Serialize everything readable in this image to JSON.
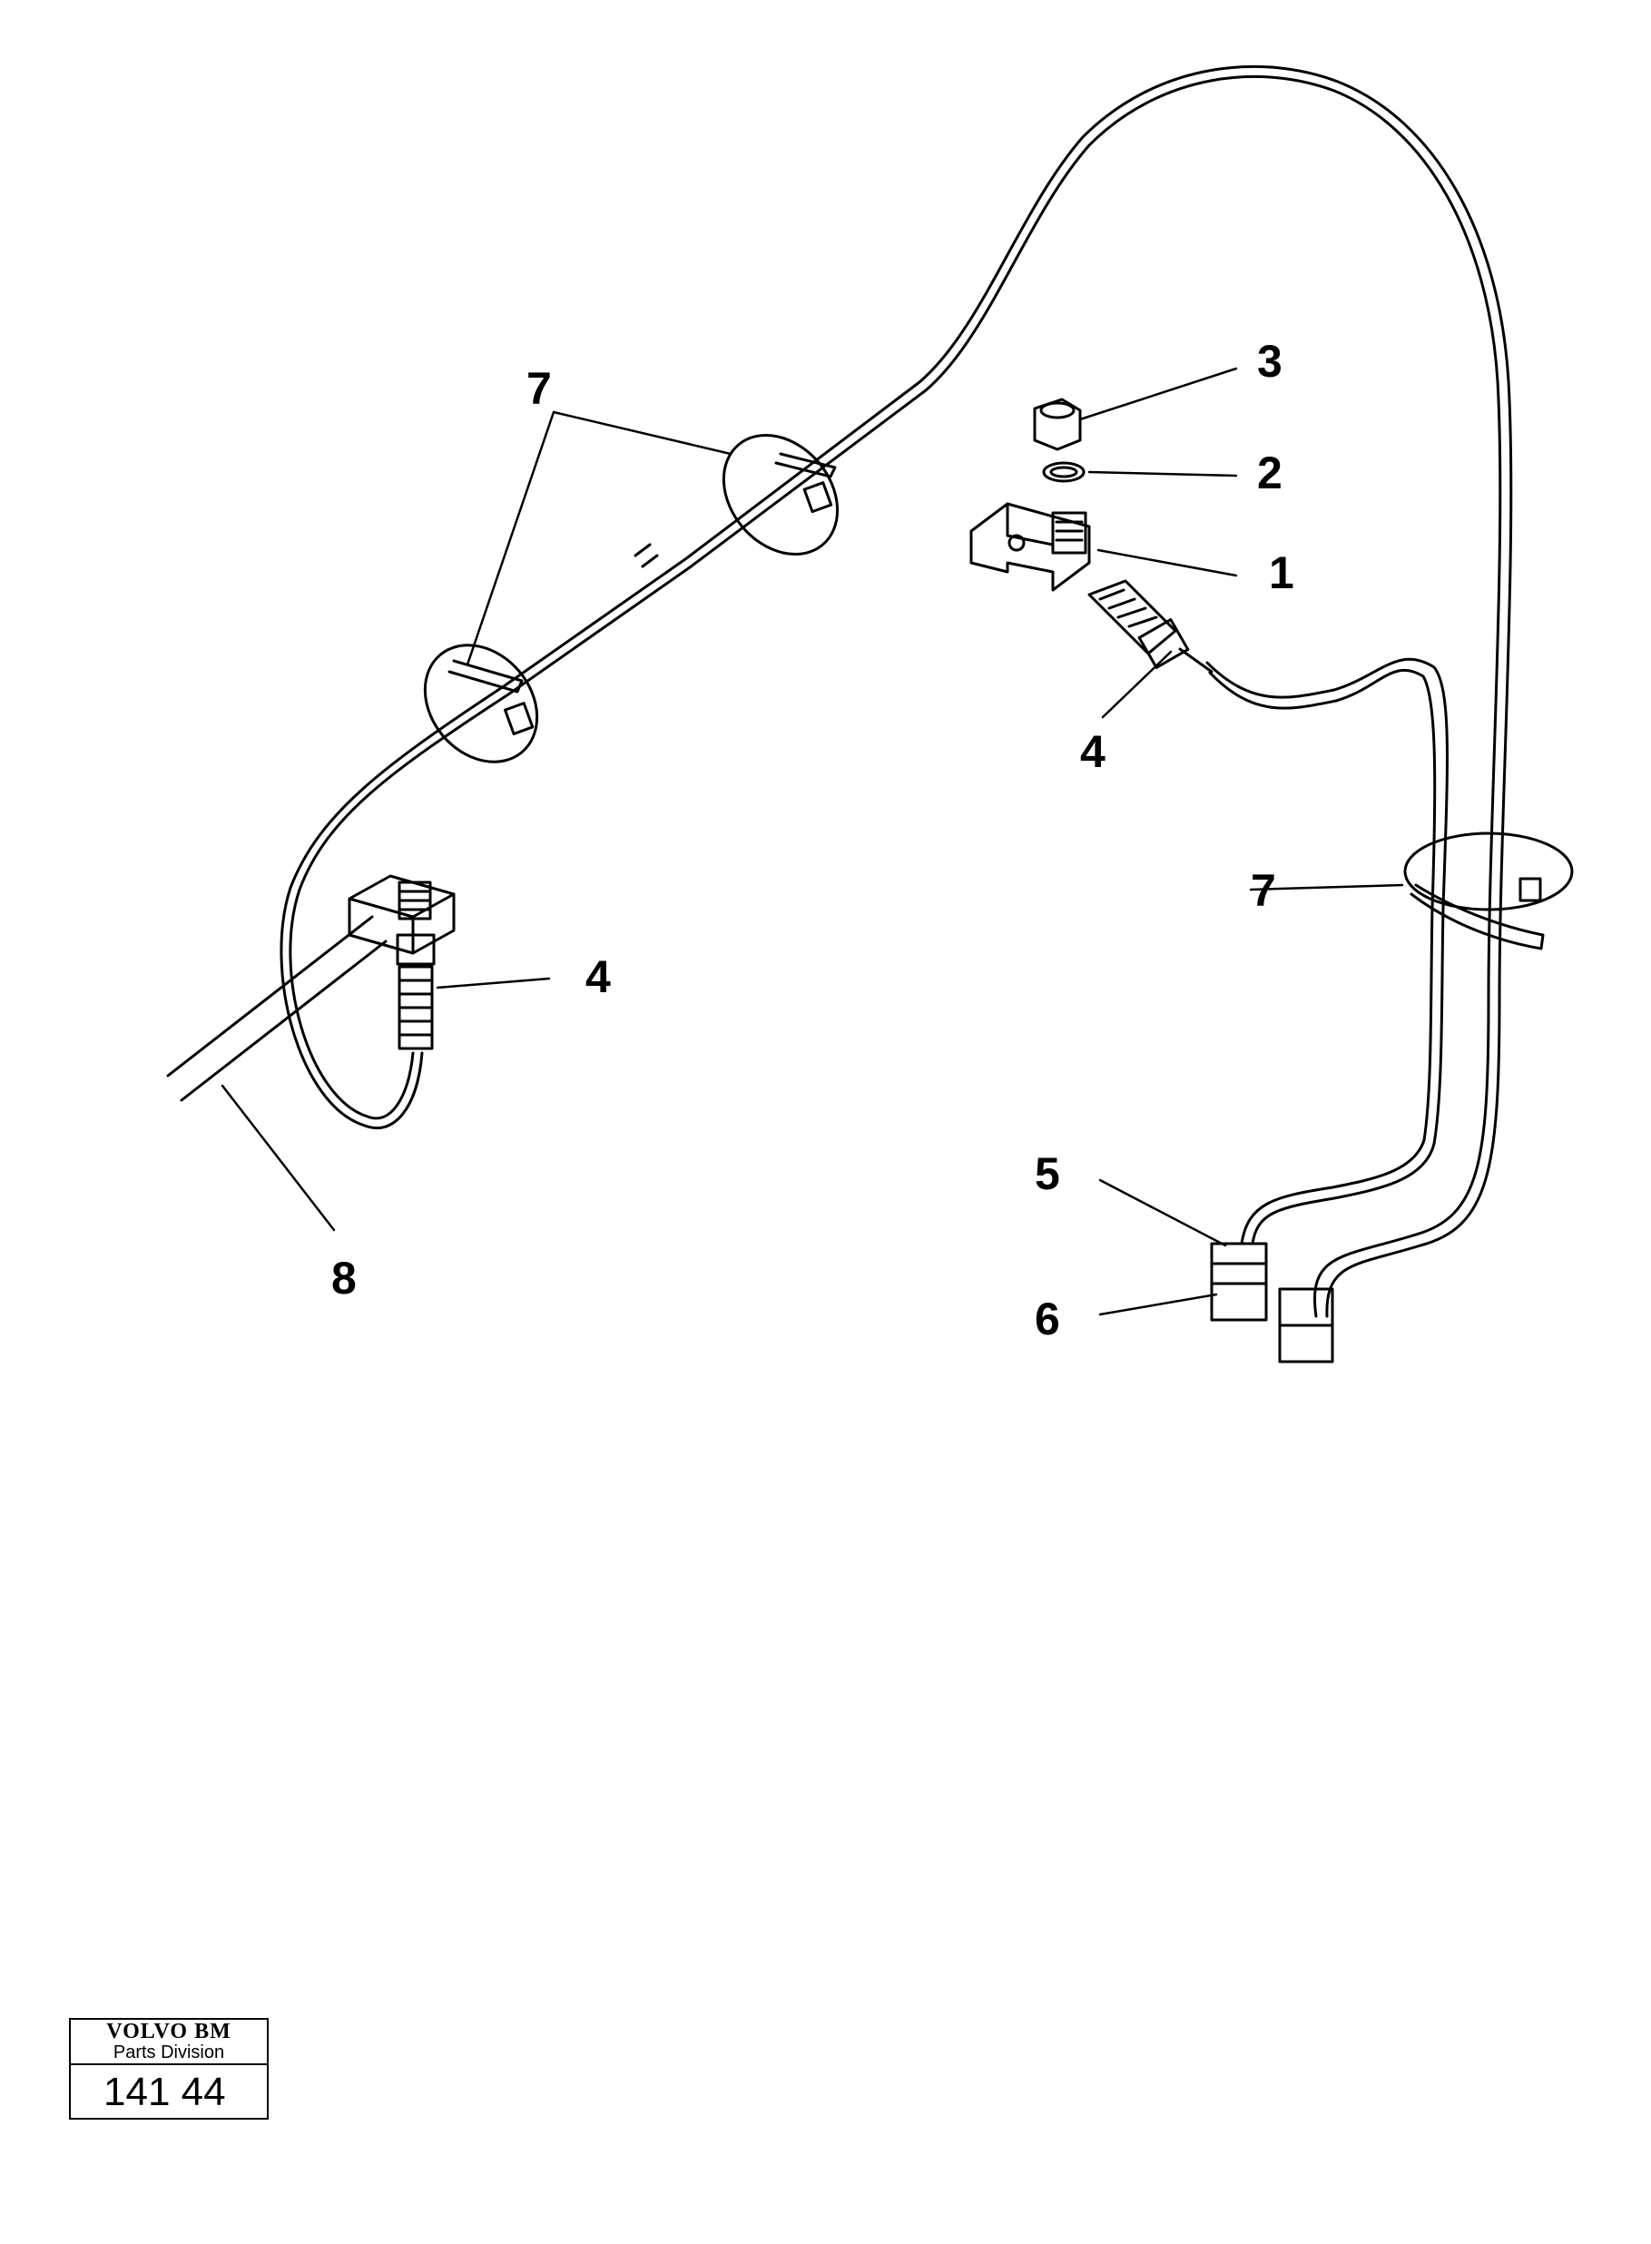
{
  "callouts": [
    "1",
    "2",
    "3",
    "4",
    "4",
    "5",
    "6",
    "7",
    "7",
    "8"
  ],
  "stamp": {
    "brand": "VOLVO BM",
    "division": "Parts Division",
    "number": "141 44"
  }
}
